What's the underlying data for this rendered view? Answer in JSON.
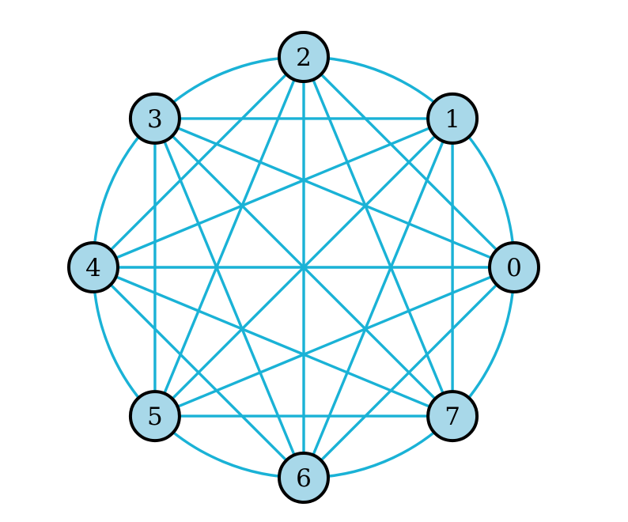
{
  "graph": {
    "nodes": [
      "0",
      "1",
      "2",
      "3",
      "4",
      "5",
      "6",
      "7"
    ],
    "edges": "complete",
    "colors": {
      "edge": "#1ab2d6",
      "node_fill": "#a8d8e9",
      "node_stroke": "#000000",
      "background": "#ffffff"
    }
  }
}
